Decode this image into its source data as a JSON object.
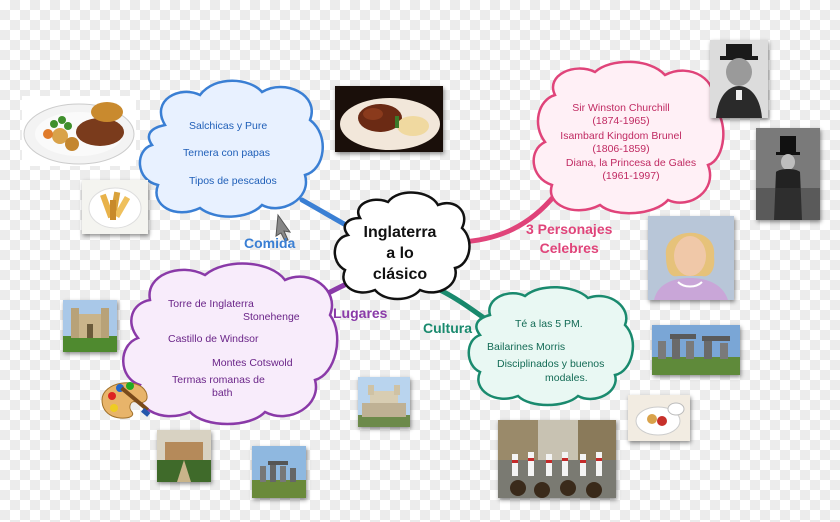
{
  "center": {
    "lines": [
      "Inglaterra",
      "a lo",
      "clásico"
    ]
  },
  "branches": {
    "comida": {
      "label": "Comida",
      "color": "#3a7fd4",
      "items": [
        "Salchicas y Pure",
        "Ternera con papas",
        "Tipos de pescados"
      ]
    },
    "lugares": {
      "label": "Lugares",
      "color": "#8a3aa8",
      "items": [
        "Torre de Inglaterra",
        "Stonehenge",
        "Castillo de Windsor",
        "Montes Cotswold",
        "Termas romanas de",
        "bath"
      ]
    },
    "cultura": {
      "label": "Cultura",
      "color": "#1a8a6e",
      "items": [
        "Té a las 5 PM.",
        "Bailarines Morris",
        "Disciplinados y buenos",
        "modales."
      ]
    },
    "personajes": {
      "label_lines": [
        "3 Personajes",
        "Celebres"
      ],
      "color": "#e0447a",
      "items": [
        "Sir Winston Churchill",
        "(1874-1965)",
        "Isambard Kingdom Brunel",
        "(1806-1859)",
        "Diana, la Princesa de Gales",
        "(1961-1997)"
      ]
    }
  }
}
